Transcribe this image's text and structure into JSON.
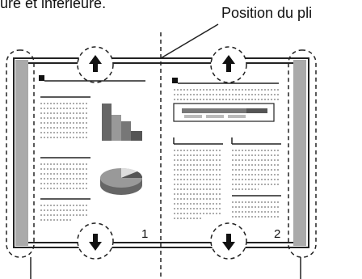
{
  "captions": {
    "top_cut": "ure et inférieure.",
    "fold_label": "Position du pli"
  },
  "pages": {
    "left_number": "1",
    "right_number": "2"
  },
  "icons": {
    "up_arrow": "arrow-up-icon",
    "down_arrow": "arrow-down-icon"
  },
  "colors": {
    "spine_gray": "#aaaaaa",
    "line": "#222222",
    "chart_dark": "#555555",
    "chart_mid": "#888888",
    "chart_light": "#bbbbbb"
  }
}
